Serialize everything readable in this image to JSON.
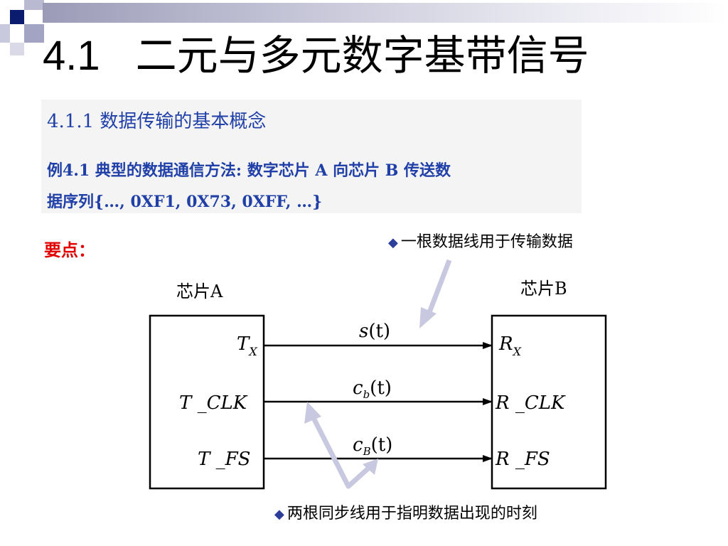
{
  "title": {
    "number": "4.1",
    "text": "二元与多元数字基带信号"
  },
  "section": {
    "heading": "4.1.1 数据传输的基本概念"
  },
  "example": {
    "line1": "例4.1 典型的数据通信方法: 数字芯片 A 向芯片 B 传送数",
    "line2": "据序列{…, 0XF1, 0X73, 0XFF, …}"
  },
  "keypoint_label": "要点：",
  "notes": {
    "top": "一根数据线用于传输数据",
    "bottom": "两根同步线用于指明数据出现的时刻"
  },
  "diagram": {
    "chip_a_label": "芯片A",
    "chip_b_label": "芯片B",
    "chip_a_ports": [
      {
        "main": "T",
        "sub": "X"
      },
      {
        "main": "T _CLK",
        "sub": ""
      },
      {
        "main": "T _FS",
        "sub": ""
      }
    ],
    "chip_b_ports": [
      {
        "main": "R",
        "sub": "X"
      },
      {
        "main": "R _CLK",
        "sub": ""
      },
      {
        "main": "R _FS",
        "sub": ""
      }
    ],
    "signals": [
      {
        "main": "s",
        "sub": "",
        "arg": "(t)"
      },
      {
        "main": "c",
        "sub": "b",
        "arg": "(t)"
      },
      {
        "main": "c",
        "sub": "B",
        "arg": "(t)"
      }
    ]
  },
  "colors": {
    "accent_blue": "#2040a8",
    "emphasis_red": "#e00000",
    "bullet": "#2c3e9a",
    "pointer_arrow": "#c8c8e0"
  },
  "icons": [
    "square-decoration-icon",
    "diamond-bullet-icon"
  ]
}
